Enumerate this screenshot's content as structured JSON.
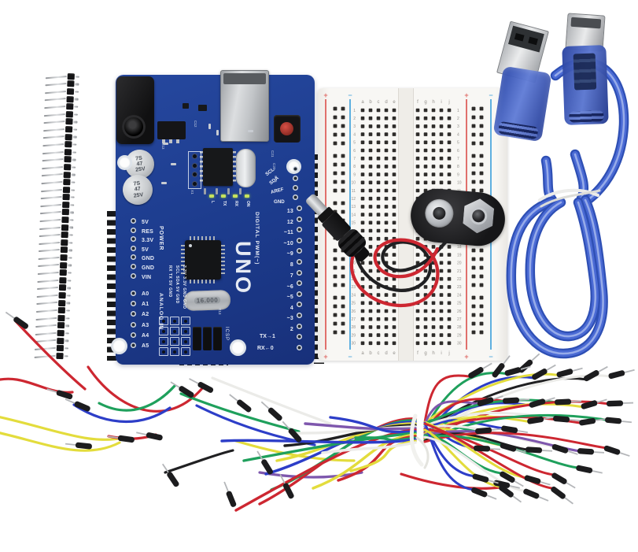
{
  "scene": {
    "background": "#ffffff"
  },
  "pin_header": {
    "pin_count": 38
  },
  "arduino": {
    "pcb_color": "#1e3f93",
    "uno_label": "UNO",
    "crystal_label": "16.000",
    "capacitor_label": [
      "7S",
      "47",
      "25V"
    ],
    "power_label": "POWER",
    "analog_label": "ANALOG IN",
    "digital_label": "DIGITAL PWM(~)",
    "power_pins": [
      "5V",
      "RES",
      "3.3V",
      "5V",
      "GND",
      "GND",
      "VIN"
    ],
    "analog_pins": [
      "A0",
      "A1",
      "A2",
      "A3",
      "A4",
      "A5"
    ],
    "digital_pins_upper": [
      "13",
      "12",
      "~11",
      "~10",
      "~9",
      "8"
    ],
    "digital_pins_lower": [
      "7",
      "~6",
      "~5",
      "4",
      "~3",
      "2"
    ],
    "tx_pin_label": "TX→1",
    "rx_pin_label": "RX←0",
    "comm_labels": [
      "SCL",
      "SDA",
      "AREF",
      "GND"
    ],
    "led_labels": [
      "L",
      "TX",
      "RX",
      "ON"
    ],
    "aux_labels": [
      "RX TX 5V GND",
      "SCL SDA 5V GND",
      "3.3V 3.3V GND GND"
    ],
    "icsp_label": "ICSP",
    "ref_labels": [
      "C12",
      "C13",
      "C16",
      "C20",
      "C21",
      "X1",
      "R13"
    ]
  },
  "breadboard": {
    "rows": 30,
    "left_columns": [
      "a",
      "b",
      "c",
      "d",
      "e"
    ],
    "right_columns": [
      "f",
      "g",
      "h",
      "i",
      "j"
    ],
    "plus_label": "+",
    "minus_label": "−",
    "positive_color": "#e0706c",
    "negative_color": "#5fb0e0",
    "hole_color": "#2e2c2a",
    "label_color": "#94918c"
  },
  "usb_cable": {
    "base_color": "#2e4fb4",
    "mid_color": "#4a6ad4",
    "highlight_color": "#96abe9"
  },
  "jumper_wires": {
    "colors": {
      "red": "#cd2731",
      "green": "#1fa05c",
      "blue": "#2d3ec8",
      "yellow": "#e3dc3c",
      "black": "#202022",
      "white": "#ebebe8",
      "purple": "#7e57ad"
    }
  },
  "battery_clip": {
    "body_color": "#1b1b1d"
  },
  "dc_plug": {
    "body_color": "#1a1a1c"
  }
}
